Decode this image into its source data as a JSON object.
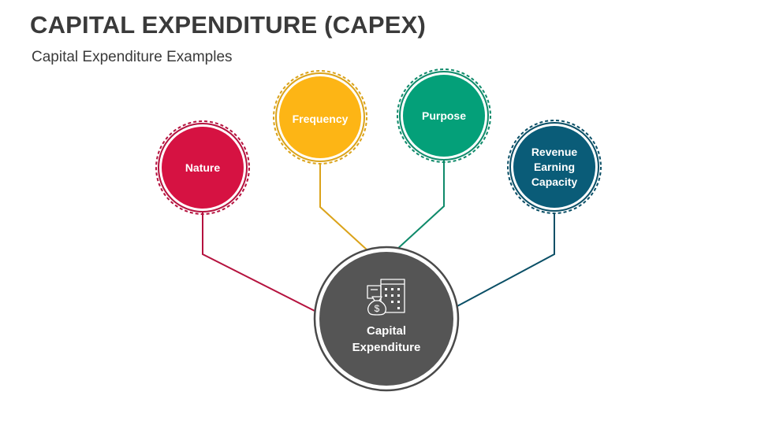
{
  "title": "CAPITAL EXPENDITURE (CAPEX)",
  "subtitle": "Capital Expenditure Examples",
  "center": {
    "label_line1": "Capital",
    "label_line2": "Expenditure",
    "icon": "money-bag-building-icon",
    "color": "#555555"
  },
  "nodes": [
    {
      "label": "Nature",
      "color": "#d61242"
    },
    {
      "label": "Frequency",
      "color": "#fdb515"
    },
    {
      "label": "Purpose",
      "color": "#04a079"
    },
    {
      "label_lines": [
        "Revenue",
        "Earning",
        "Capacity"
      ],
      "color": "#0a5c78"
    }
  ]
}
